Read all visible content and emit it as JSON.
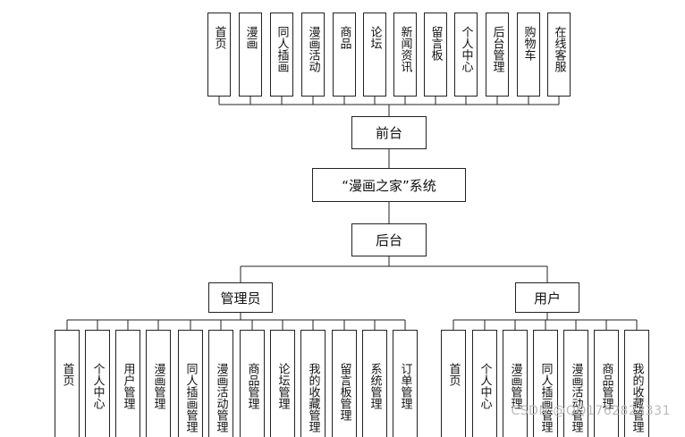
{
  "front_modules": [
    "首页",
    "漫画",
    "同人插画",
    "漫画活动",
    "商品",
    "论坛",
    "新闻资讯",
    "留言板",
    "个人中心",
    "后台管理",
    "购物车",
    "在线客服"
  ],
  "front_label": "前台",
  "system_label": "“漫画之家”系统",
  "back_label": "后台",
  "admin": {
    "label": "管理员",
    "modules": [
      "首页",
      "个人中心",
      "用户管理",
      "漫画管理",
      "同人插画管理",
      "漫画活动管理",
      "商品管理",
      "论坛管理",
      "我的收藏管理",
      "留言板管理",
      "系统管理",
      "订单管理"
    ]
  },
  "user": {
    "label": "用户",
    "modules": [
      "首页",
      "个人中心",
      "漫画管理",
      "同人插画管理",
      "漫画活动管理",
      "商品管理",
      "我的收藏管理"
    ]
  },
  "watermark": "CSDN @QQ1762823331"
}
